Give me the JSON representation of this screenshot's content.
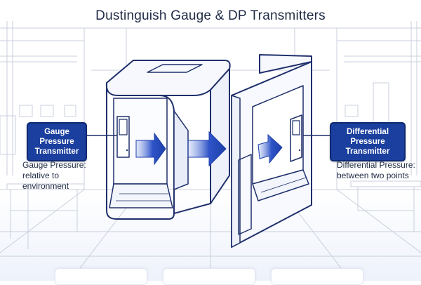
{
  "title": "Dustinguish Gauge & DP Transmitters",
  "left_label": {
    "line1": "Gauge Pressure",
    "line2": "Transmitter"
  },
  "left_caption": {
    "line1": "Gauge Pressure:",
    "line2": "relative to environment"
  },
  "right_label": {
    "line1": "Differential Pressure",
    "line2": "Transmitter"
  },
  "right_caption": {
    "line1": "Differential Pressure:",
    "line2": "between two points"
  },
  "colors": {
    "line": "#1f2f6b",
    "accent": "#1b3f9e",
    "arrow": "#2447b8",
    "background_line": "#c9cfdc"
  }
}
